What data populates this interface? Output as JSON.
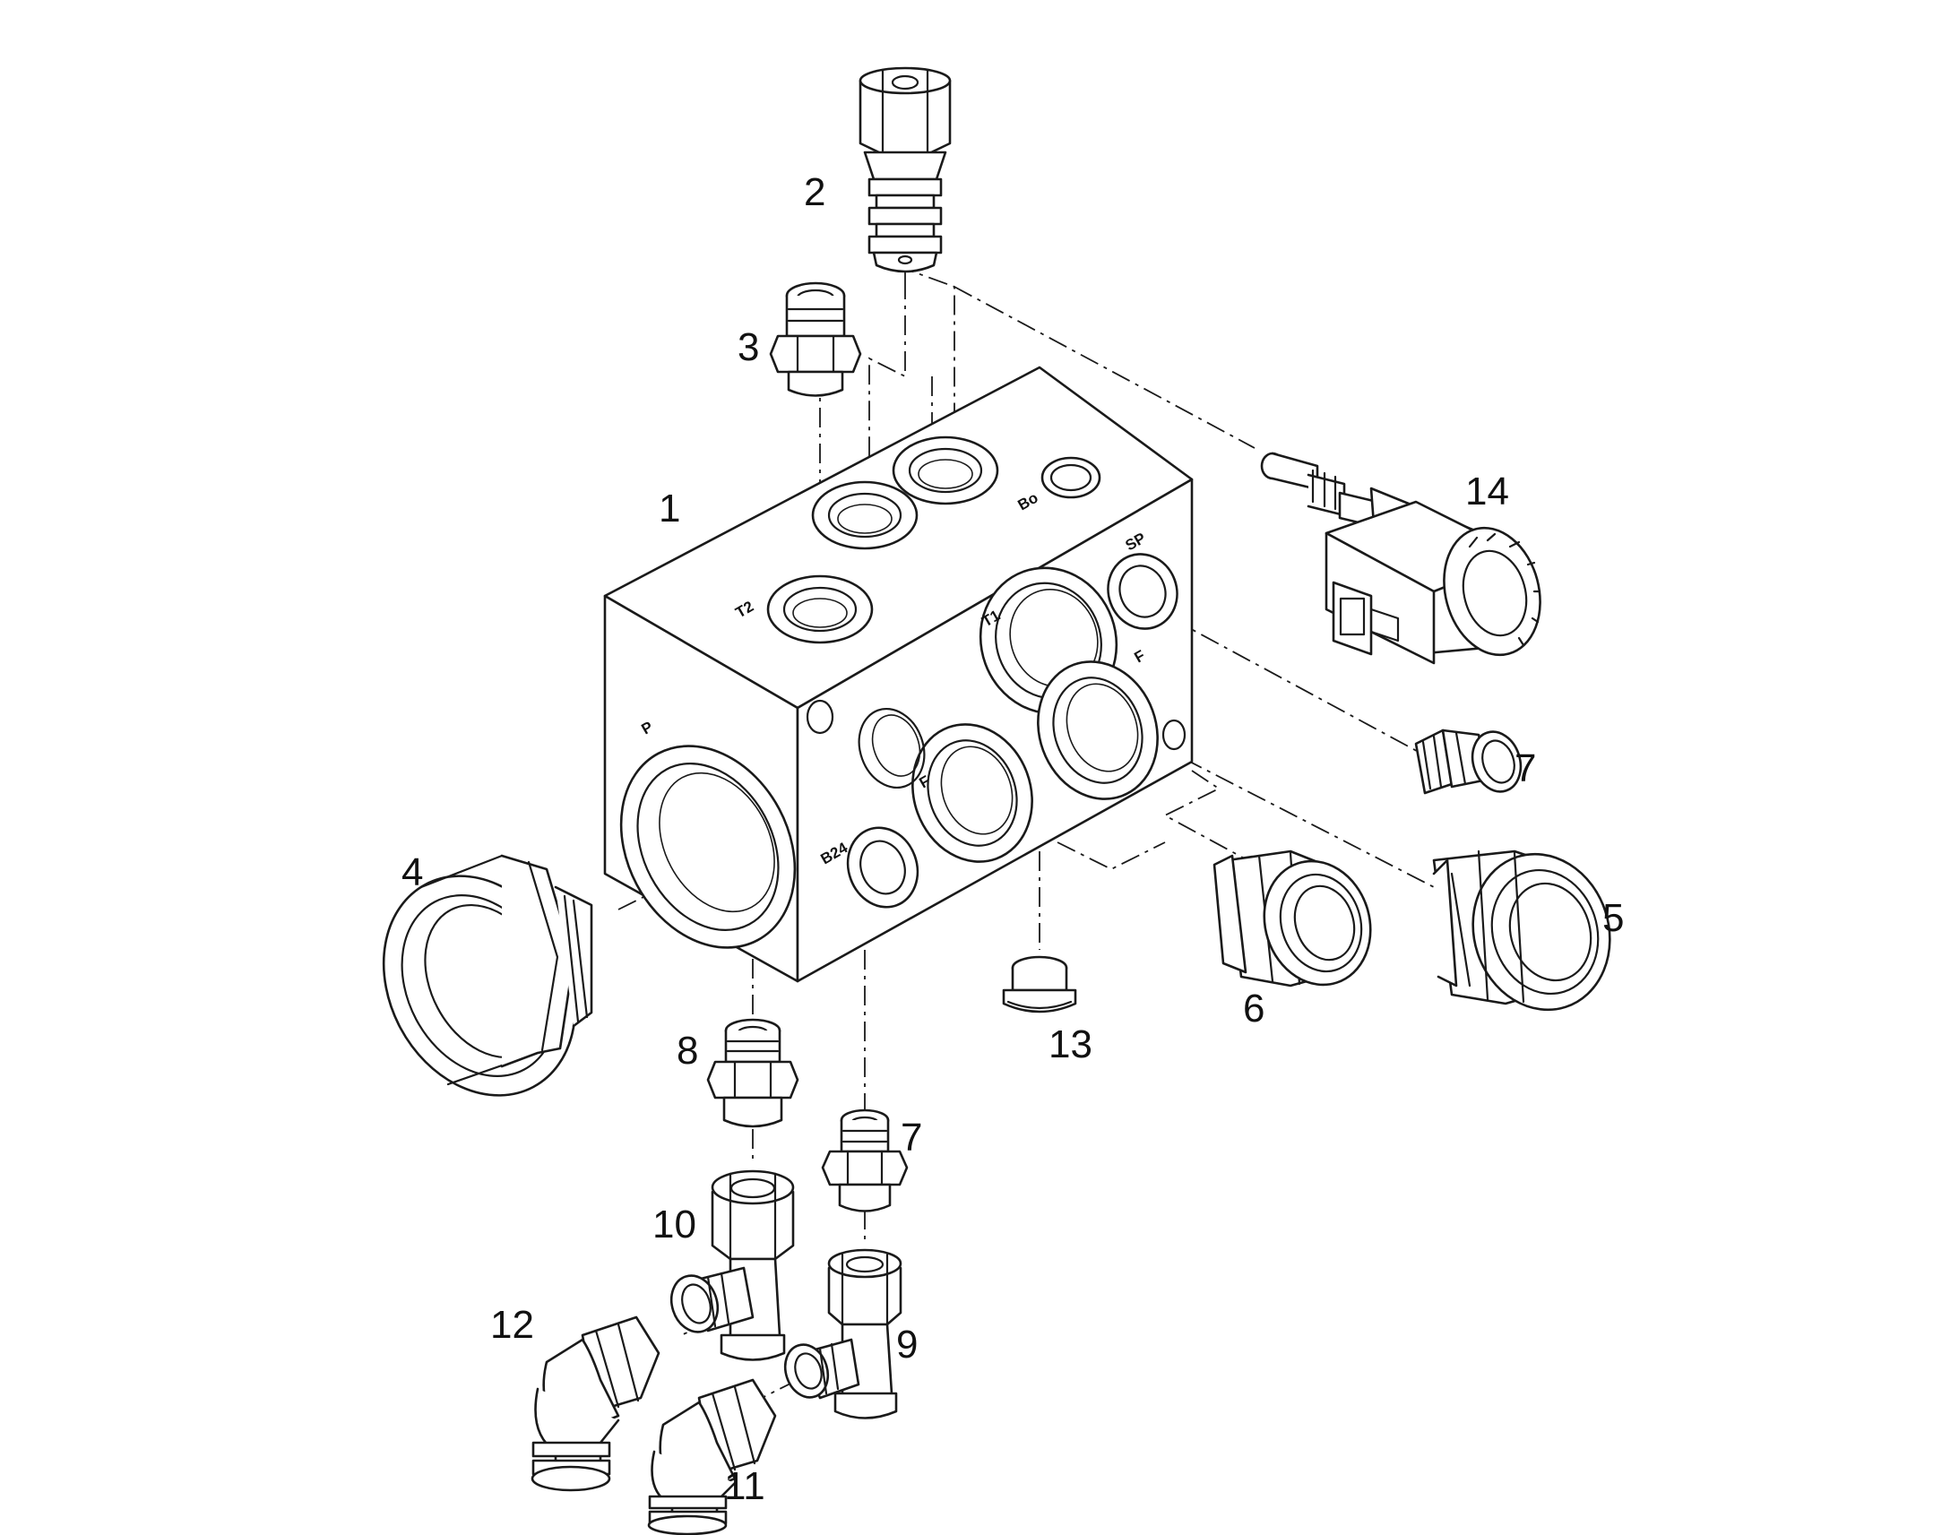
{
  "colors": {
    "line": "#1a1a1a",
    "background": "#ffffff"
  },
  "port_labels": {
    "t2": "T2",
    "t1": "T1",
    "bo": "Bo",
    "sp": "SP",
    "p": "P",
    "f_upper": "F",
    "f_lower": "F",
    "b24": "B24"
  },
  "callouts": {
    "c1": "1",
    "c2": "2",
    "c3": "3",
    "c4": "4",
    "c5": "5",
    "c6": "6",
    "c7a": "7",
    "c7b": "7",
    "c8": "8",
    "c9": "9",
    "c10": "10",
    "c11": "11",
    "c12": "12",
    "c13": "13",
    "c14": "14"
  }
}
